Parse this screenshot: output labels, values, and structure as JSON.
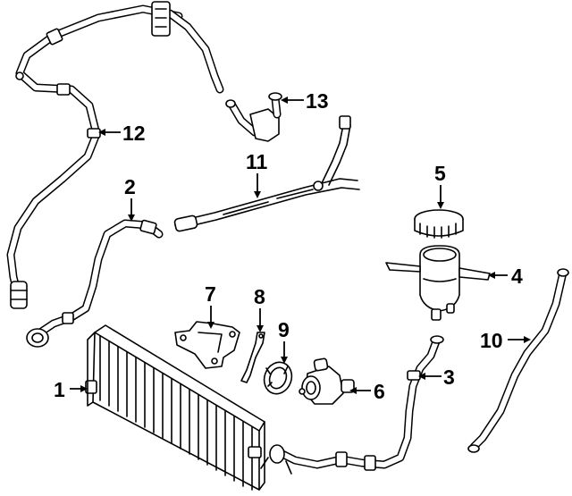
{
  "callouts": [
    {
      "id": "1",
      "label": "1"
    },
    {
      "id": "2",
      "label": "2"
    },
    {
      "id": "3",
      "label": "3"
    },
    {
      "id": "4",
      "label": "4"
    },
    {
      "id": "5",
      "label": "5"
    },
    {
      "id": "6",
      "label": "6"
    },
    {
      "id": "7",
      "label": "7"
    },
    {
      "id": "8",
      "label": "8"
    },
    {
      "id": "9",
      "label": "9"
    },
    {
      "id": "10",
      "label": "10"
    },
    {
      "id": "11",
      "label": "11"
    },
    {
      "id": "12",
      "label": "12"
    },
    {
      "id": "13",
      "label": "13"
    }
  ],
  "colors": {
    "line": "#000000",
    "background": "#ffffff"
  }
}
